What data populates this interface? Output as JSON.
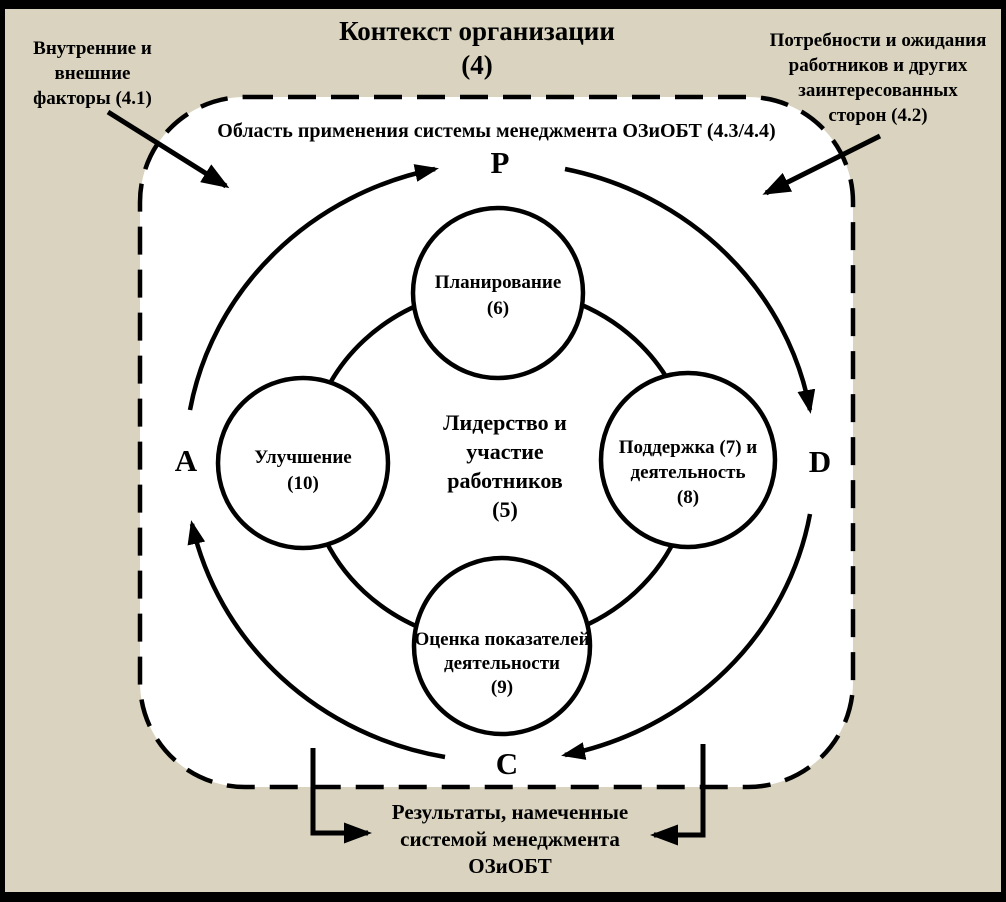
{
  "colors": {
    "background": "#d9d3c0",
    "panel": "#ffffff",
    "ink": "#000000"
  },
  "title": {
    "line1": "Контекст организации",
    "line2": "(4)"
  },
  "notes": {
    "internal_external": {
      "lines": [
        "Внутренние и",
        "внешние",
        "факторы (4.1)"
      ]
    },
    "needs_expectations": {
      "lines": [
        "Потребности и ожидания",
        "работников и других",
        "заинтересованных",
        "сторон (4.2)"
      ]
    },
    "intended_outcomes": {
      "lines": [
        "Результаты, намеченные",
        "системой менеджмента",
        "ОЗиОБТ"
      ]
    }
  },
  "scope": {
    "label": "Область применения системы менеджмента ОЗиОБТ (4.3/4.4)"
  },
  "pdca": {
    "p": "P",
    "d": "D",
    "c": "C",
    "a": "A"
  },
  "center": {
    "lines": [
      "Лидерство и",
      "участие",
      "работников",
      "(5)"
    ]
  },
  "nodes": {
    "planning": {
      "lines": [
        "Планирование",
        "(6)"
      ]
    },
    "support_operation": {
      "lines": [
        "Поддержка (7) и",
        "деятельность",
        "(8)"
      ]
    },
    "performance_evaluation": {
      "lines": [
        "Оценка показателей",
        "деятельности",
        "(9)"
      ]
    },
    "improvement": {
      "lines": [
        "Улучшение",
        "(10)"
      ]
    }
  }
}
